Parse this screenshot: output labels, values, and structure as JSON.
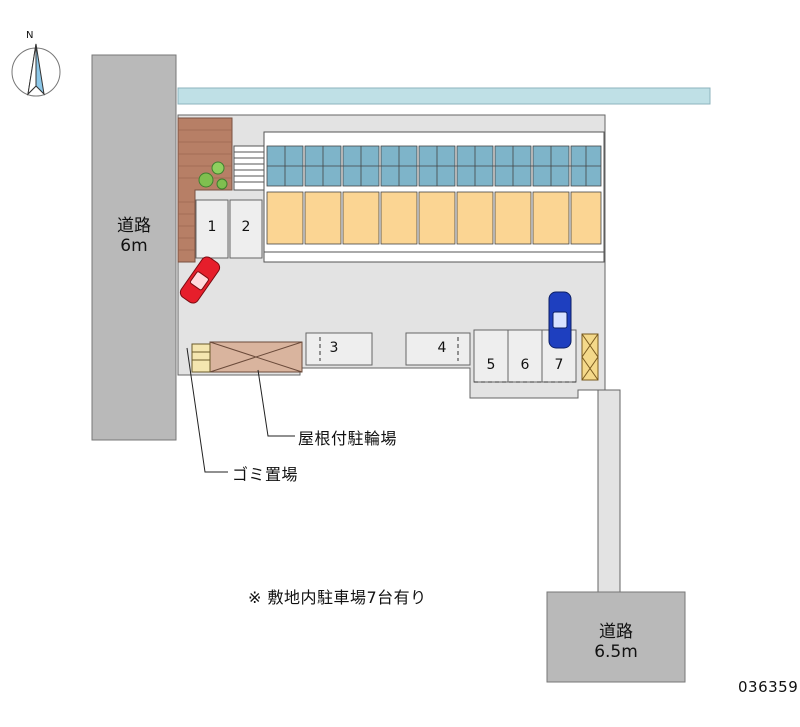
{
  "compass": {
    "north_label": "N",
    "icon": "compass-icon"
  },
  "roads": {
    "left": {
      "line1": "道路",
      "line2": "6m"
    },
    "bottom": {
      "line1": "道路",
      "line2": "6.5m"
    }
  },
  "parking_slots": [
    "1",
    "2",
    "3",
    "4",
    "5",
    "6",
    "7"
  ],
  "callouts": {
    "bicycle": "屋根付駐輪場",
    "garbage": "ゴミ置場"
  },
  "note": "※ 敷地内駐車場7台有り",
  "property_code": "036359",
  "colors": {
    "road": "#b9b9b9",
    "lot": "#e3e3e3",
    "river": "#bfe0e6",
    "unit_roof": "#7eb4c9",
    "unit_body": "#fbd593",
    "brick": "#b77f66",
    "car_red": "#e61e2b",
    "car_blue": "#1e3fbf"
  }
}
